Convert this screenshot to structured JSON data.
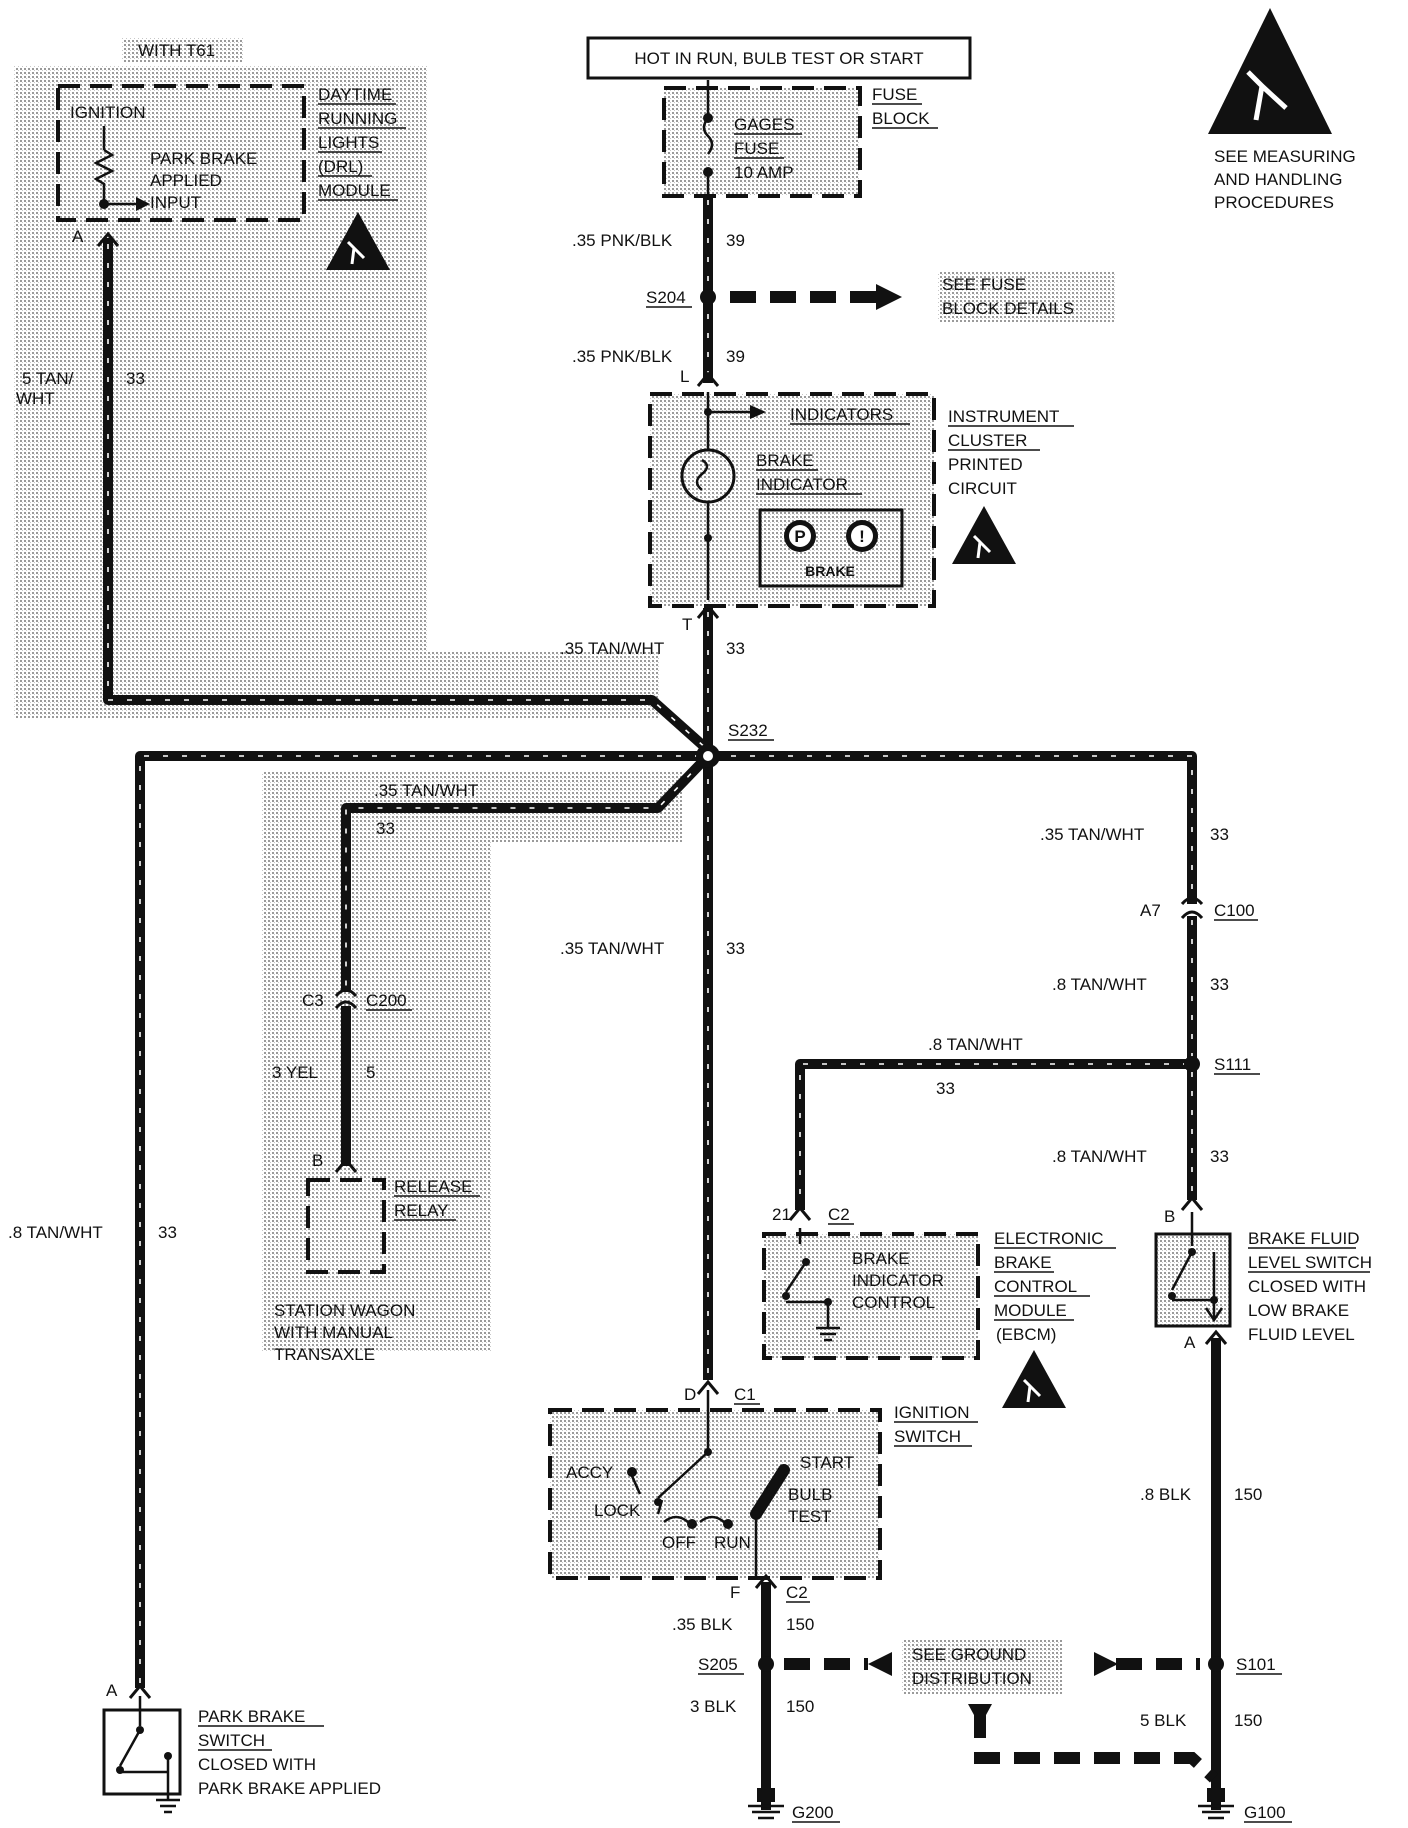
{
  "top_labels": {
    "with_t61": "WITH T61",
    "hot_in_run": "HOT IN RUN, BULB TEST OR START",
    "esd_note": [
      "SEE MEASURING",
      "AND HANDLING",
      "PROCEDURES"
    ]
  },
  "drl_module": {
    "name_lines": [
      "DAYTIME",
      "RUNNING",
      "LIGHTS",
      "(DRL)",
      "MODULE"
    ],
    "ignition": "IGNITION",
    "input_lines": [
      "PARK BRAKE",
      "APPLIED",
      "INPUT"
    ],
    "pin": "A"
  },
  "fuse_block": {
    "name_lines": [
      "FUSE",
      "BLOCK"
    ],
    "fuse_lines": [
      "GAGES",
      "FUSE",
      "10 AMP"
    ],
    "see_details": [
      "SEE FUSE",
      "BLOCK DETAILS"
    ]
  },
  "instrument_cluster": {
    "name_lines": [
      "INSTRUMENT",
      "CLUSTER",
      "PRINTED",
      "CIRCUIT"
    ],
    "indicators": "INDICATORS",
    "brake_indicator": [
      "BRAKE",
      "INDICATOR"
    ],
    "lamp_p": "P",
    "lamp_i": "!",
    "lamp_brake": "BRAKE",
    "pin_top": "L",
    "pin_bottom": "T"
  },
  "splices": {
    "s204": "S204",
    "s232": "S232",
    "s111": "S111",
    "s205": "S205",
    "s101": "S101"
  },
  "wires": {
    "w_pnk_blk_1": ".35 PNK/BLK",
    "w_39_1": "39",
    "w_pnk_blk_2": ".35 PNK/BLK",
    "w_39_2": "39",
    "w_drl": "5 TAN/",
    "w_drl_2": "WHT",
    "w_drl_num": "33",
    "w_cluster_out": ".35 TAN/WHT",
    "w_cluster_out_num": "33",
    "w_relay": ".35 TAN/WHT",
    "w_relay_num": "33",
    "w_right": ".35 TAN/WHT",
    "w_right_num": "33",
    "w_center": ".35 TAN/WHT",
    "w_center_num": "33",
    "w_yel": "3 YEL",
    "w_yel_num": "5",
    "w_c100": ".8 TAN/WHT",
    "w_c100_num": "33",
    "w_ebcm": ".8 TAN/WHT",
    "w_ebcm_num": "33",
    "w_fluid": ".8 TAN/WHT",
    "w_fluid_num": "33",
    "w_left": ".8 TAN/WHT",
    "w_left_num": "33",
    "w_blk_right": ".8 BLK",
    "w_blk_right_num": "150",
    "w_blk_c2": ".35 BLK",
    "w_blk_c2_num": "150",
    "w_blk_g200": "3 BLK",
    "w_blk_g200_num": "150",
    "w_blk_g100": "5 BLK",
    "w_blk_g100_num": "150"
  },
  "connectors": {
    "c100": "C100",
    "a7": "A7",
    "c3": "C3",
    "c200": "C200",
    "b_relay": "B",
    "c2_ebcm": "C2",
    "pin_21": "21",
    "b_fluid": "B",
    "a_fluid": "A",
    "d": "D",
    "c1": "C1",
    "f": "F",
    "c2_ign": "C2",
    "a_park": "A"
  },
  "release_relay": {
    "name_lines": [
      "RELEASE",
      "RELAY"
    ],
    "note_lines": [
      "STATION WAGON",
      "WITH MANUAL",
      "TRANSAXLE"
    ]
  },
  "ebcm": {
    "name_lines": [
      "ELECTRONIC",
      "BRAKE",
      "CONTROL",
      "MODULE",
      "(EBCM)"
    ],
    "inner_lines": [
      "BRAKE",
      "INDICATOR",
      "CONTROL"
    ]
  },
  "fluid_switch": {
    "name_lines": [
      "BRAKE FLUID",
      "LEVEL SWITCH",
      "CLOSED WITH",
      "LOW BRAKE",
      "FLUID LEVEL"
    ]
  },
  "ignition_switch": {
    "name_lines": [
      "IGNITION",
      "SWITCH"
    ],
    "accy": "ACCY",
    "lock": "LOCK",
    "off": "OFF",
    "run": "RUN",
    "start": "START",
    "bulb_test": [
      "BULB",
      "TEST"
    ]
  },
  "ground": {
    "see_ground": [
      "SEE GROUND",
      "DISTRIBUTION"
    ],
    "g200": "G200",
    "g100": "G100"
  },
  "park_switch": {
    "name_lines": [
      "PARK BRAKE",
      "SWITCH",
      "CLOSED WITH",
      "PARK BRAKE APPLIED"
    ]
  }
}
